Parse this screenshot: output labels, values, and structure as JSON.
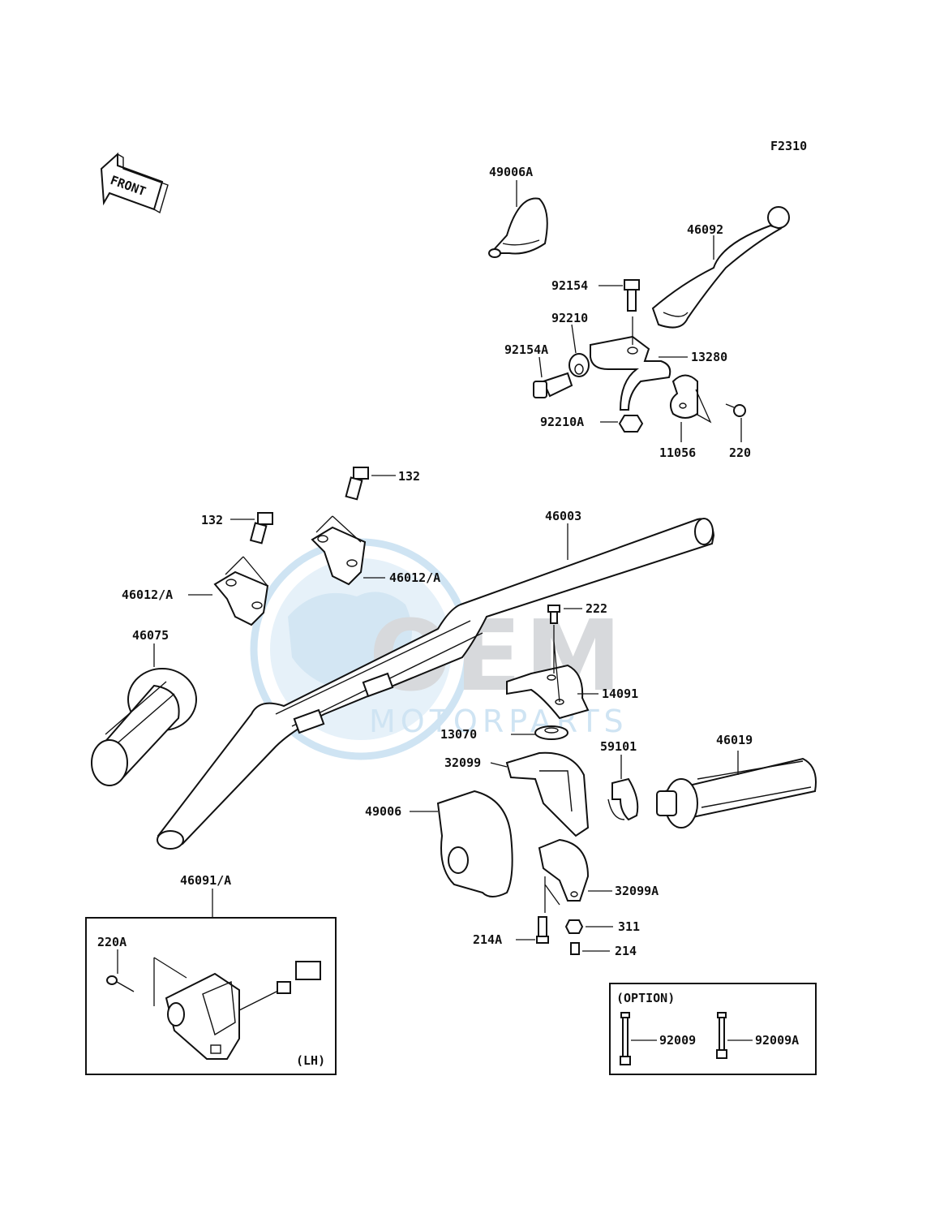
{
  "diagram_id": "F2310",
  "front_label": "FRONT",
  "watermark": {
    "brand": "OEM",
    "sub": "MOTORPARTS"
  },
  "parts": {
    "p49006A": "49006A",
    "p46092": "46092",
    "p92154": "92154",
    "p92210": "92210",
    "p92154A": "92154A",
    "p13280": "13280",
    "p92210A": "92210A",
    "p11056": "11056",
    "p220": "220",
    "p132a": "132",
    "p132b": "132",
    "p46003": "46003",
    "p46012A_right": "46012/A",
    "p46012A_left": "46012/A",
    "p46075": "46075",
    "p222": "222",
    "p14091": "14091",
    "p13070": "13070",
    "p32099": "32099",
    "p59101": "59101",
    "p46019": "46019",
    "p49006": "49006",
    "p32099A": "32099A",
    "p311": "311",
    "p214A": "214A",
    "p214": "214",
    "p46091A": "46091/A",
    "p220A": "220A",
    "p92009": "92009",
    "p92009A": "92009A"
  },
  "switch_box": {
    "side_label": "(LH)"
  },
  "option_box": {
    "title": "(OPTION)"
  }
}
